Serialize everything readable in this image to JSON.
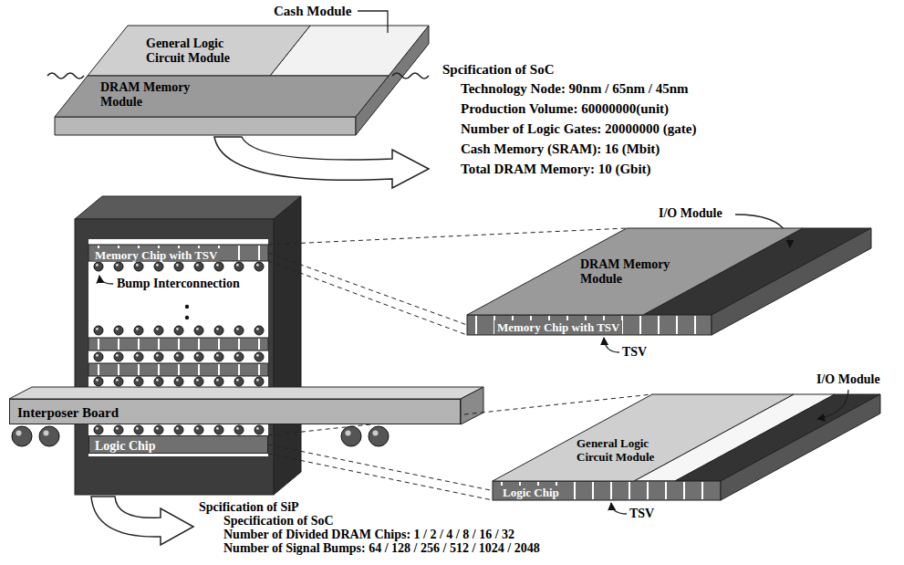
{
  "diagram": {
    "nodes": [
      {
        "text": [
          "General Logic Circuit Module"
        ]
      },
      {
        "text": [
          "DRAM Memory Module"
        ]
      },
      {
        "text": [
          "Memory Chip with TSV"
        ]
      },
      {
        "text": [
          "Interposer Board"
        ]
      },
      {
        "text": [
          "Logic Chip"
        ]
      },
      {
        "text": [
          "DRAM Memory Module"
        ]
      },
      {
        "text": [
          "Memory Chip with TSV"
        ]
      },
      {
        "text": [
          "General Logic Circuit Module"
        ]
      },
      {
        "text": [
          "Logic Chip"
        ]
      }
    ],
    "edges": [
      {
        "from": 2,
        "to": 6,
        "arrow": "none"
      },
      {
        "from": 4,
        "to": 8,
        "arrow": "none"
      }
    ],
    "labels": [
      "Cash Module",
      "Spcification of SoC",
      "Technology Node: 90nm / 65nm / 45nm",
      "Production Volume: 60000000(unit)",
      "Number of Logic Gates: 20000000 (gate)",
      "Cash Memory (SRAM): 16 (Mbit)",
      "Total DRAM Memory: 10 (Gbit)",
      "Bump Interconnection",
      "I/O Module",
      "TSV",
      "I/O Module",
      "TSV",
      "Spcification of SiP",
      "Specification of SoC",
      "Number of Divided DRAM Chips: 1 / 2 / 4 / 8 / 16 / 32",
      "Number of Signal Bumps: 64 / 128 / 256 / 512 / 1024 / 2048"
    ]
  }
}
